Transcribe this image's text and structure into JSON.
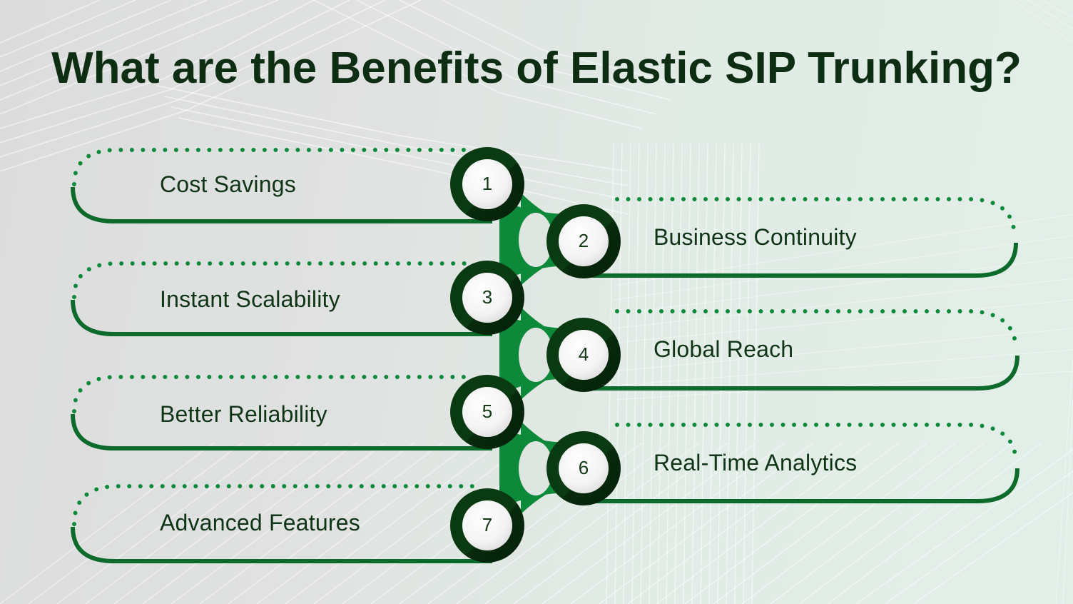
{
  "title": "What are the Benefits of Elastic SIP Trunking?",
  "colors": {
    "title": "#0d2e12",
    "ring_dark": "#08330f",
    "connector_green": "#0c8a3a",
    "pill_solid": "#0c6a2b",
    "pill_dots": "#0c8a3a",
    "circle_fill": "#f6f6f6"
  },
  "benefits": [
    {
      "number": "1",
      "label": "Cost Savings",
      "side": "left"
    },
    {
      "number": "2",
      "label": "Business Continuity",
      "side": "right"
    },
    {
      "number": "3",
      "label": "Instant Scalability",
      "side": "left"
    },
    {
      "number": "4",
      "label": "Global Reach",
      "side": "right"
    },
    {
      "number": "5",
      "label": "Better Reliability",
      "side": "left"
    },
    {
      "number": "6",
      "label": "Real-Time Analytics",
      "side": "right"
    },
    {
      "number": "7",
      "label": "Advanced Features",
      "side": "left"
    }
  ]
}
